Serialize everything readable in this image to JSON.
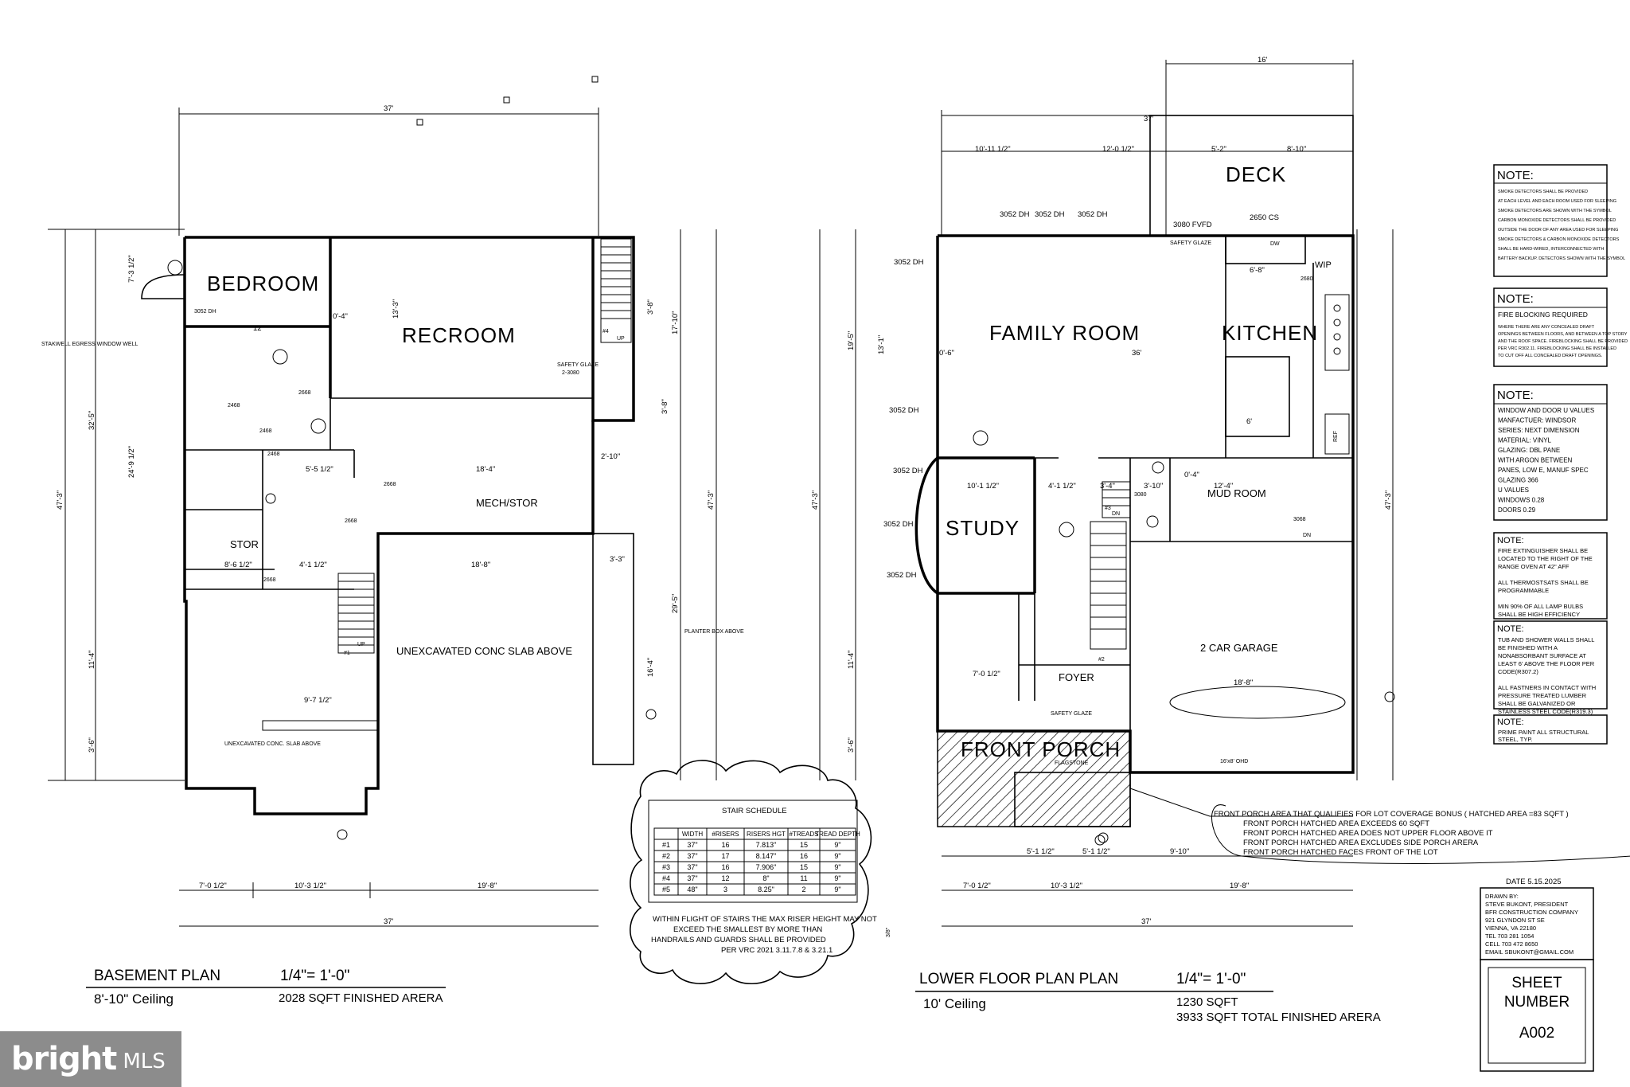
{
  "basement": {
    "rooms": {
      "bedroom": "BEDROOM",
      "recroom": "RECROOM",
      "stor": "STOR",
      "mech_stor": "MECH/STOR",
      "unexcavated": "UNEXCAVATED  CONC SLAB ABOVE",
      "unexcavated_small": "UNEXCAVATED CONC. SLAB ABOVE"
    },
    "labels": {
      "window_well": "STAKWELL EGRESS WINDOW WELL",
      "window_3052": "3052 DH",
      "safety_glaze": "SAFETY GLAZE",
      "door_2_3080": "2-3080",
      "door_2668_a": "2668",
      "door_2468_a": "2468",
      "door_2468_b": "2468",
      "door_2468_c": "2468",
      "door_2668_b": "2668",
      "door_2668_c": "2668",
      "door_2668_d": "2668",
      "up": "UP",
      "stair4": "#4",
      "stair1": "#1",
      "planter": "PLANTER BOX ABOVE"
    },
    "dims": {
      "top": "37'",
      "bottom_total": "37'",
      "bottom_a": "7'-0 1/2\"",
      "bottom_b": "10'-3 1/2\"",
      "bottom_c": "19'-8\"",
      "left_total": "47'-3\"",
      "left_a": "32'-5\"",
      "left_b": "24'-9 1/2\"",
      "left_c": "11'-4\"",
      "left_d": "3'-6\"",
      "left_e": "7'-3 1/2\"",
      "right_total": "47'-3\"",
      "right_a": "17'-10\"",
      "right_b": "29'-5\"",
      "right_c": "3'-8\"",
      "right_d": "16'-4\"",
      "d12": "12'",
      "d0_4": "0'-4\"",
      "d13_3": "13'-3\"",
      "d18_4": "18'-4\"",
      "d5_5": "5'-5 1/2\"",
      "d18_8": "18'-8\"",
      "d4_1": "4'-1 1/2\"",
      "d9_7": "9'-7 1/2\"",
      "d8_6": "8'-6 1/2\"",
      "d3_3": "3'-3\"",
      "d2_10": "2'-10\"",
      "d3_8": "3'-8\""
    },
    "title": "BASEMENT PLAN",
    "scale": "1/4\"= 1'-0\"",
    "ceiling": "8'-10\" Ceiling",
    "area": "2028 SQFT FINISHED ARERA"
  },
  "lower": {
    "rooms": {
      "deck": "DECK",
      "family_room": "FAMILY ROOM",
      "kitchen": "KITCHEN",
      "study": "STUDY",
      "mud_room": "MUD ROOM",
      "garage": "2 CAR GARAGE",
      "foyer": "FOYER",
      "front_porch": "FRONT PORCH",
      "wip": "WIP"
    },
    "labels": {
      "w3052_a": "3052 DH",
      "w3052_b": "3052 DH",
      "w3052_c": "3052 DH",
      "w3052_d": "3052 DH",
      "w3052_e": "3052 DH",
      "w3052_f": "3052 DH",
      "w3052_g": "3052 DH",
      "w3052_h": "3052 DH",
      "fvfd": "3080 FVFD",
      "cs2650": "2650 CS",
      "safety_glaze_a": "SAFETY GLAZE",
      "safety_glaze_b": "SAFETY GLAZE",
      "d2680": "2680",
      "dw": "DW",
      "ref": "REF",
      "d3080": "3080",
      "d3068": "3068",
      "dn_a": "DN",
      "dn_b": "DN",
      "stair2": "#2",
      "flagstone": "FLAGSTONE",
      "ohd": "16'x8' OHD",
      "stair3": "#3"
    },
    "dims": {
      "top16": "16'",
      "top37": "37'",
      "t10_11": "10'-11 1/2\"",
      "t12_0": "12'-0 1/2\"",
      "t5_2": "5'-2\"",
      "t8_10": "8'-10\"",
      "d36": "36'",
      "d18_8": "18'-8\"",
      "bottom_a": "7'-0 1/2\"",
      "bottom_b": "10'-3 1/2\"",
      "bottom_c": "19'-8\"",
      "bottom_total": "37'",
      "b5_1a": "5'-1 1/2\"",
      "b5_1b": "5'-1 1/2\"",
      "b9_10": "9'-10\"",
      "left_total": "47'-3\"",
      "right_total": "47'-3\"",
      "l19_5": "19'-5\"",
      "l13_1": "13'-1\"",
      "l11_4": "11'-4\"",
      "l3_6": "3'-6\"",
      "d6_8": "6'-8\"",
      "d6": "6'",
      "d10_1": "10'-1 1/2\"",
      "d4_1": "4'-1 1/2\"",
      "d3_4": "3'-4\"",
      "d3_10": "3'-10\"",
      "d12_4": "12'-4\"",
      "d7_0": "7'-0 1/2\"",
      "d0_6": "0'-6\"",
      "d0_4": "0'-4\""
    },
    "title": "LOWER FLOOR PLAN PLAN",
    "scale": "1/4\"= 1'-0\"",
    "ceiling": "10' Ceiling",
    "area": "1230 SQFT",
    "total_area": "3933 SQFT TOTAL FINISHED ARERA",
    "porch_notes": [
      "FRONT PORCH AREA THAT QUALIFIES FOR LOT COVERAGE BONUS ( HATCHED AREA =83 SQFT )",
      "FRONT PORCH HATCHED AREA EXCEEDS 60  SQFT",
      "FRONT PORCH HATCHED AREA DOES NOT UPPER FLOOR ABOVE IT",
      "FRONT PORCH HATCHED AREA EXCLUDES SIDE PORCH ARERA",
      "FRONT PORCH HATCHED FACES FRONT OF THE LOT"
    ]
  },
  "stair_schedule": {
    "title": "STAIR SCHEDULE",
    "headers": [
      "",
      "WIDTH",
      "#RISERS",
      "RISERS HGT",
      "#TREADS",
      "TREAD DEPTH"
    ],
    "rows": [
      [
        "#1",
        "37\"",
        "16",
        "7.813\"",
        "15",
        "9\""
      ],
      [
        "#2",
        "37\"",
        "17",
        "8.147\"",
        "16",
        "9\""
      ],
      [
        "#3",
        "37\"",
        "16",
        "7.906\"",
        "15",
        "9\""
      ],
      [
        "#4",
        "37\"",
        "12",
        "8\"",
        "11",
        "9\""
      ],
      [
        "#5",
        "48\"",
        "3",
        "8.25\"",
        "2",
        "9\""
      ]
    ],
    "note": [
      "WITHIN FLIGHT OF STAIRS THE MAX RISER HEIGHT MAY NOT",
      "EXCEED THE SMALLEST BY MORE THAN",
      "HANDRAILS AND GUARDS SHALL BE PROVIDED",
      "PER VRC 2021 3.11.7.8 & 3.21.1"
    ],
    "fraction": "3/8\""
  },
  "notes": {
    "n1_title": "NOTE:",
    "n1_lines": [
      "SMOKE DETECTORS SHALL BE PROVIDED",
      "AT EACH LEVEL AND EACH ROOM USED FOR SLEEPING",
      "SMOKE DETECTORS ARE SHOWN WITH THE SYMBOL",
      "CARBON MONOXIDE DETECTORS SHALL BE PROVIDED",
      "OUTSIDE THE DOOR OF ANY AREA USED FOR SLEEPING",
      "SMOKE DETECTORS & CARBON MONOXIDE DETECTORS",
      "SHALL BE HARD-WIRED, INTERCONNECTED WITH",
      "BATTERY BACKUP. DETECTORS SHOWN WITH THE SYMBOL"
    ],
    "n2_title": "NOTE:",
    "n2_head": "FIRE BLOCKING REQUIRED",
    "n2_lines": [
      "WHERE THERE ARE ANY CONCEALED DRAFT",
      "OPENINGS BETWEEN FLOORS, AND BETWEEN A TOP STORY",
      "AND THE ROOF SPACE. FIREBLOCKING SHALL BE PROVIDED",
      "PER VRC R302.11. FIREBLOCKING SHALL BE INSTALLED",
      "TO CUT OFF ALL CONCEALED DRAFT OPENINGS."
    ],
    "n3_title": "NOTE:",
    "n3_lines": [
      "WINDOW AND DOOR U VALUES",
      "MANFACTUER: WINDSOR",
      "SERIES: NEXT DIMENSION",
      "MATERIAL: VINYL",
      "GLAZING: DBL PANE",
      "WITH ARGON BETWEEN",
      "PANES, LOW E, MANUF SPEC",
      "GLAZING 366",
      "U VALUES",
      "WINDOWS     0.28",
      "DOORS   0.29"
    ],
    "n4_title": "NOTE:",
    "n4_lines": [
      "FIRE EXTINGUISHER SHALL BE",
      "LOCATED TO THE RIGHT OF THE",
      "RANGE OVEN AT 42\" AFF",
      "",
      "ALL THERMOSTSATS SHALL BE",
      "PROGRAMMABLE",
      "",
      "MIN 90% OF ALL LAMP BULBS",
      "SHALL BE HIGH EFFICIENCY"
    ],
    "n5_title": "NOTE:",
    "n5_lines": [
      "TUB AND SHOWER WALLS SHALL",
      "BE FINISHED WITH A",
      "NONABSORBANT SURFACE AT",
      "LEAST 6' ABOVE THE FLOOR PER",
      "CODE(R307.2)",
      "",
      "ALL FASTNERS IN CONTACT WITH",
      "PRESSURE TREATED LUMBER",
      "SHALL BE GALVANIZED OR",
      "STAINLESS STEEL CODE(R319.3)"
    ],
    "n6_title": "NOTE:",
    "n6_lines": [
      "PRIME PAINT ALL STRUCTURAL",
      "STEEL, TYP."
    ]
  },
  "titleblock": {
    "date": "DATE 5.15.2025",
    "lines": [
      "DRAWN BY:",
      "STEVE BUKONT, PRESIDENT",
      "BFR CONSTRUCTION COMPANY",
      "921 GLYNDON ST SE",
      "VIENNA, VA 22180",
      "TEL 703 281 1054",
      "CELL 703 472 8650",
      "EMAIL SBUKONT@GMAIL.COM"
    ],
    "sheet_label_1": "SHEET",
    "sheet_label_2": "NUMBER",
    "sheet_number": "A002"
  },
  "logo": {
    "main": "bright",
    "sub": "MLS"
  }
}
